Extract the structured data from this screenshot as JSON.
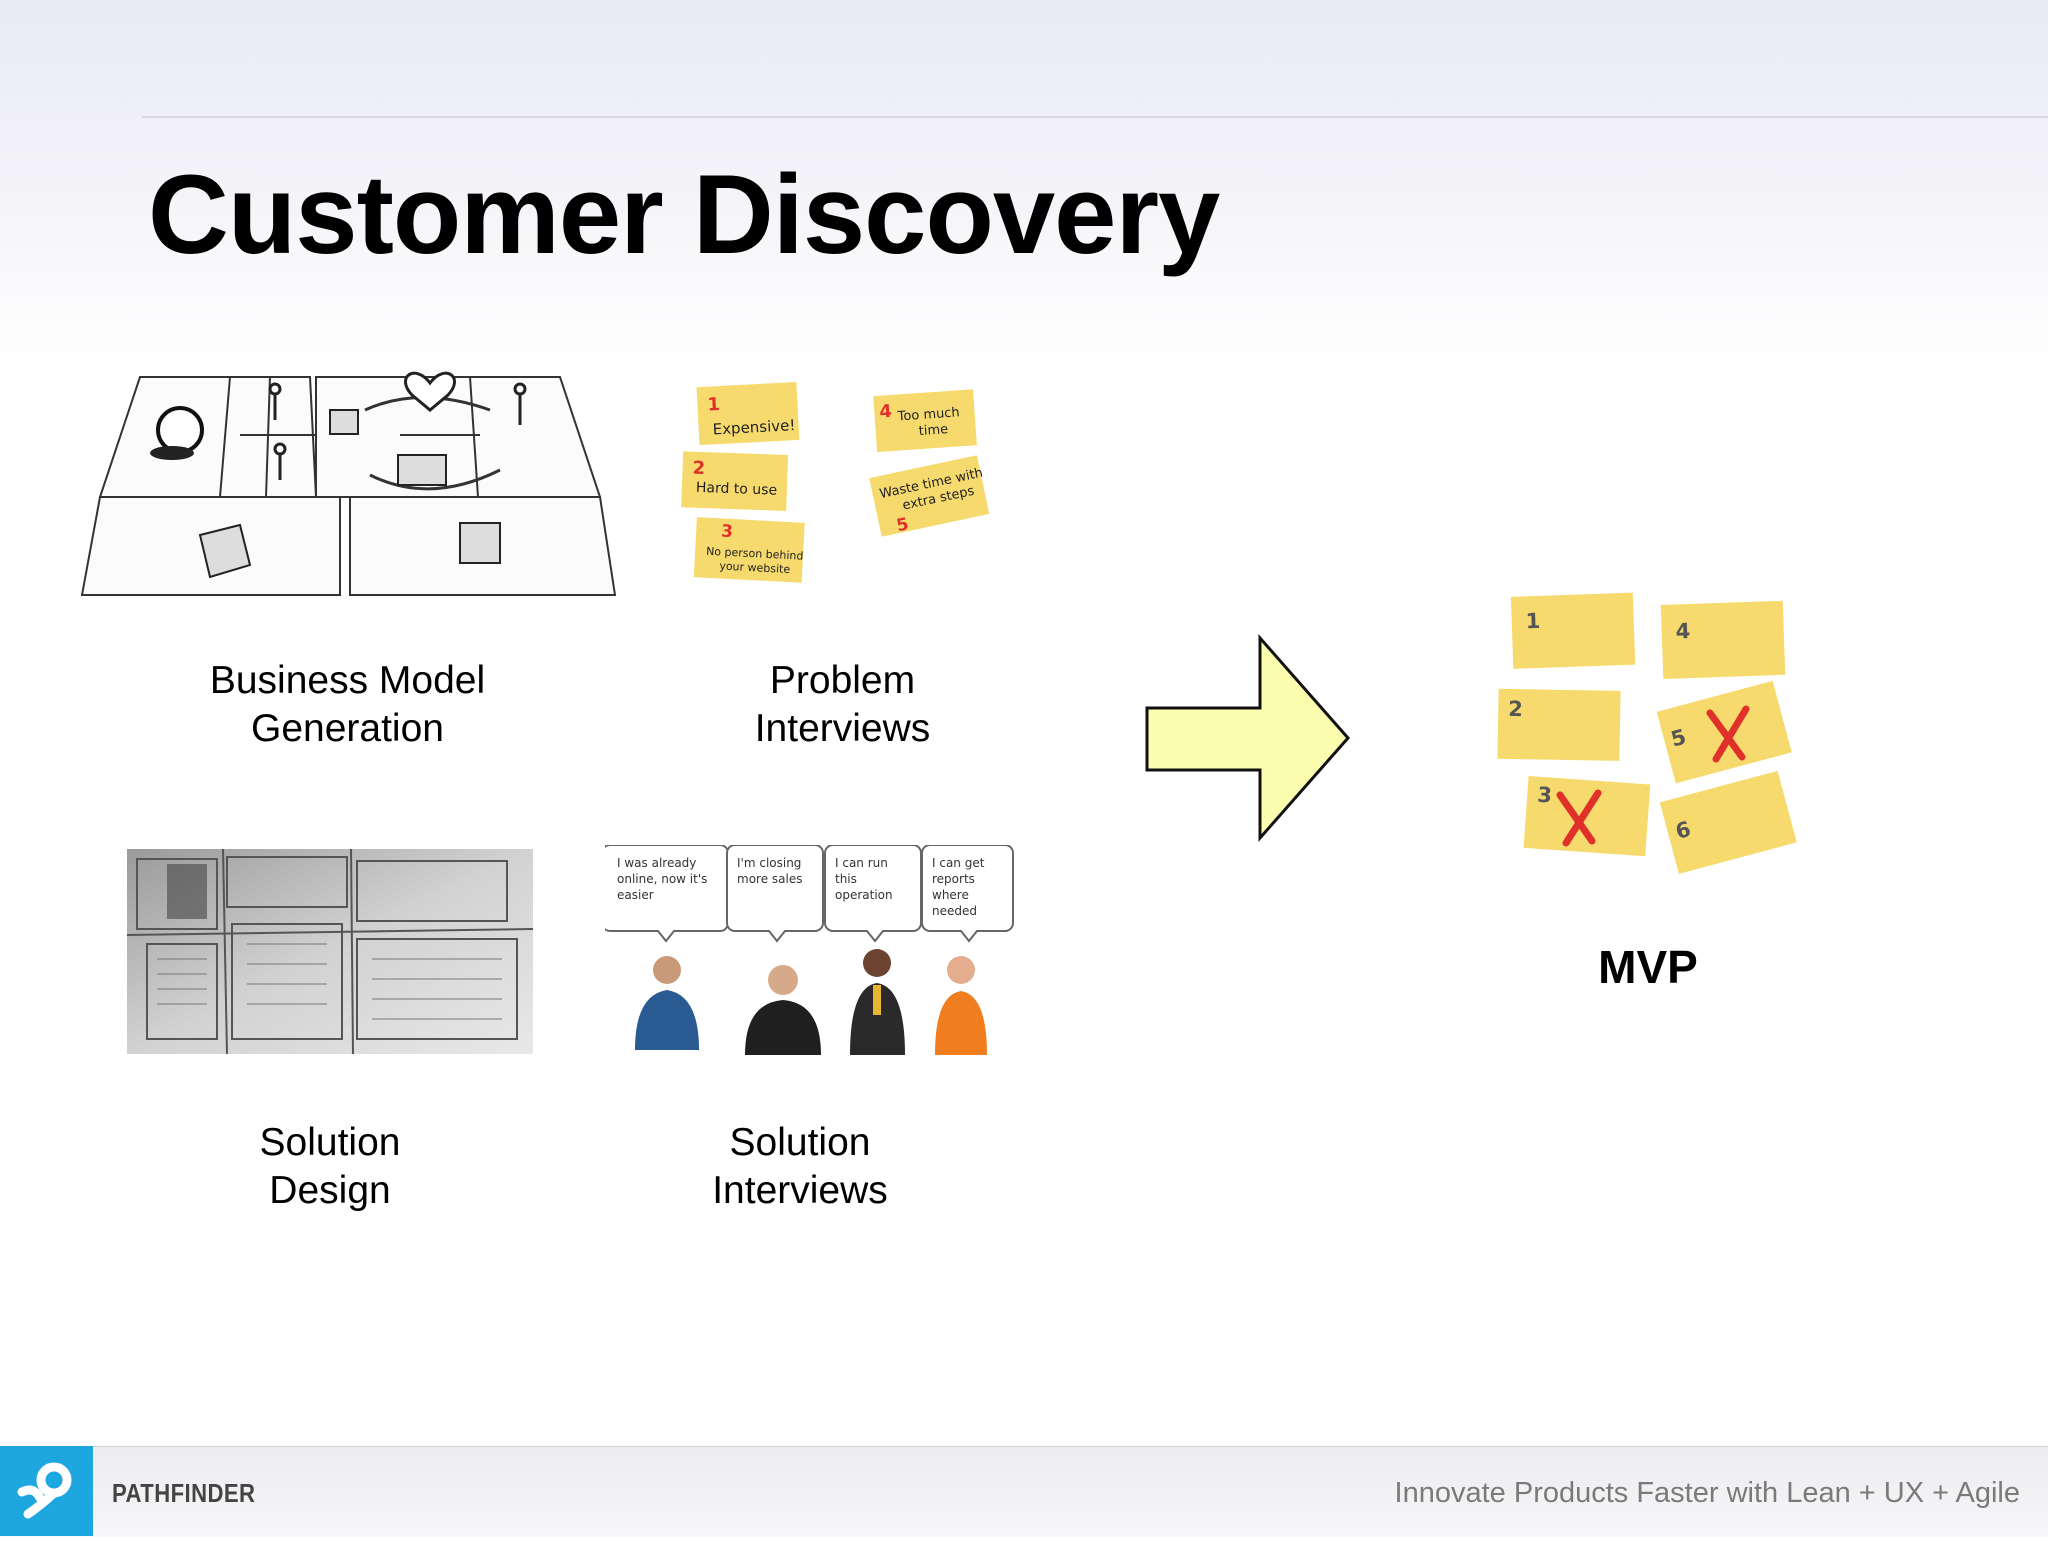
{
  "slide": {
    "title": "Customer Discovery",
    "mvp_label": "MVP"
  },
  "captions": {
    "business_model": [
      "Business Model",
      "Generation"
    ],
    "problem_interviews": [
      "Problem",
      "Interviews"
    ],
    "solution_design": [
      "Solution",
      "Design"
    ],
    "solution_interviews": [
      "Solution",
      "Interviews"
    ]
  },
  "problem_notes": [
    {
      "num": "1",
      "text": [
        "Expensive!"
      ]
    },
    {
      "num": "2",
      "text": [
        "Hard to use"
      ]
    },
    {
      "num": "3",
      "text": [
        "No person behind",
        "your website"
      ]
    },
    {
      "num": "4",
      "text": [
        "Too much",
        "time"
      ]
    },
    {
      "num": "5",
      "text": [
        "Waste time with",
        "extra steps"
      ]
    }
  ],
  "speech_bubbles": [
    [
      "I was already",
      "online, now it's",
      "easier"
    ],
    [
      "I'm closing",
      "more sales"
    ],
    [
      "I can run",
      "this",
      "operation"
    ],
    [
      "I can get",
      "reports",
      "where",
      "needed"
    ]
  ],
  "mvp_notes": [
    {
      "num": "1",
      "rejected": false
    },
    {
      "num": "4",
      "rejected": false
    },
    {
      "num": "2",
      "rejected": false
    },
    {
      "num": "5",
      "rejected": true
    },
    {
      "num": "3",
      "rejected": true
    },
    {
      "num": "6",
      "rejected": false
    }
  ],
  "footer": {
    "brand": "PATHFINDER",
    "tagline": "Innovate Products Faster with Lean + UX + Agile"
  },
  "colors": {
    "sticky_note": "#f6da6e",
    "arrow_fill": "#fdfdb0",
    "reject_mark": "#e0302a",
    "logo": "#1ea6df"
  }
}
